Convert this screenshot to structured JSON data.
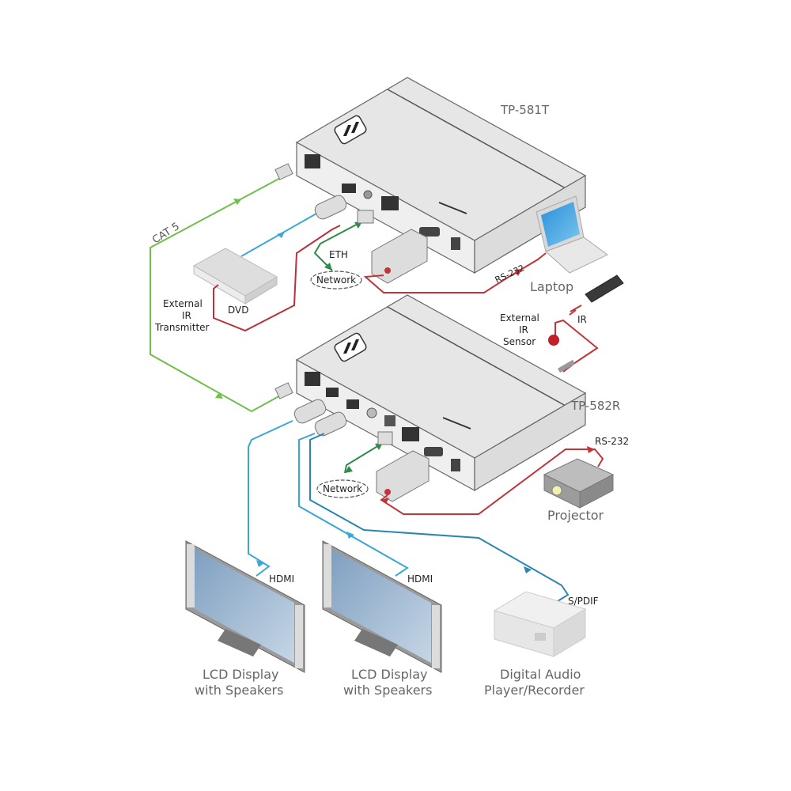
{
  "title": "TP-581T / TP-582R connection diagram",
  "colors": {
    "cat5": "#6fbf4a",
    "hdmi": "#3aa7d8",
    "hdmi_dark": "#2a86b0",
    "ir_serial": "#c0353a",
    "ethernet": "#2e8b4a",
    "device_face": "#e9e9e9",
    "device_edge": "#555555"
  },
  "devices": {
    "transmitter": {
      "name": "TP-581T"
    },
    "receiver": {
      "name": "TP-582R"
    },
    "laptop": {
      "label": "Laptop"
    },
    "dvd": {
      "label": "DVD"
    },
    "projector": {
      "label": "Projector"
    },
    "lcd1": {
      "label_line1": "LCD Display",
      "label_line2": "with Speakers"
    },
    "lcd2": {
      "label_line1": "LCD Display",
      "label_line2": "with Speakers"
    },
    "audio": {
      "label_line1": "Digital Audio",
      "label_line2": "Player/Recorder"
    }
  },
  "labels": {
    "cat5": "CAT 5",
    "eth": "ETH",
    "network_top": "Network",
    "network_bottom": "Network",
    "ext_ir_tx_line1": "External",
    "ext_ir_tx_line2": "IR",
    "ext_ir_tx_line3": "Transmitter",
    "ext_ir_sensor_line1": "External",
    "ext_ir_sensor_line2": "IR",
    "ext_ir_sensor_line3": "Sensor",
    "ir": "IR",
    "rs232_top": "RS-232",
    "rs232_bottom": "RS-232",
    "hdmi1": "HDMI",
    "hdmi2": "HDMI",
    "spdif": "S/PDIF"
  }
}
